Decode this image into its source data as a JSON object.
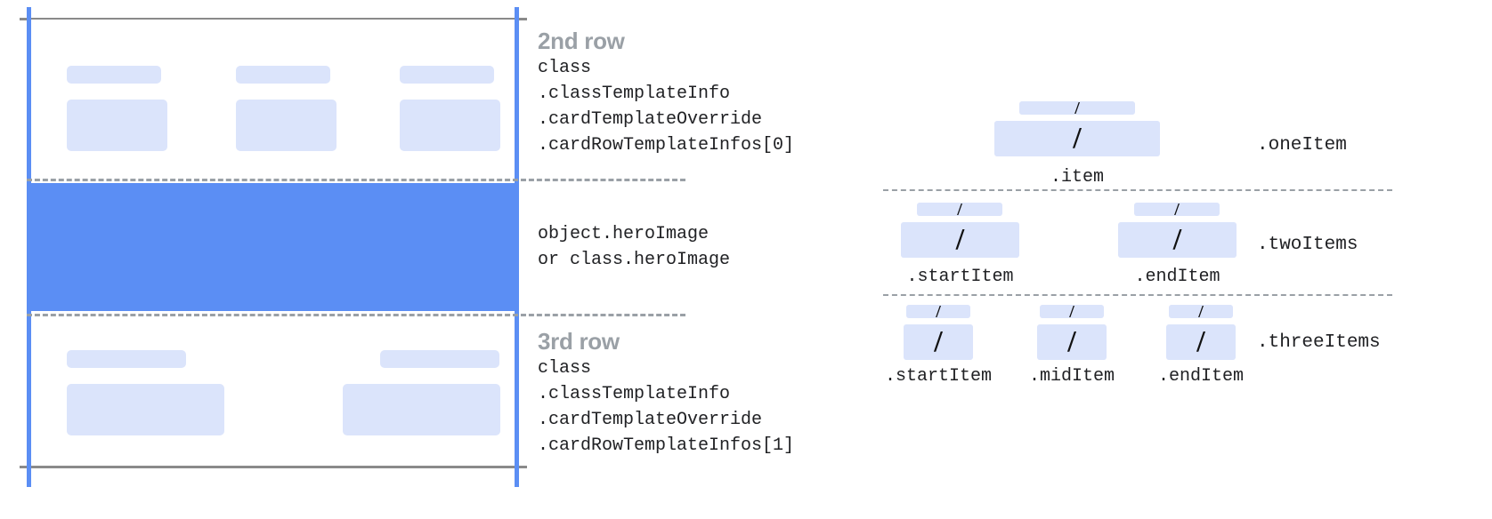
{
  "left_diagram": {
    "name": "card-template-row-diagram",
    "rows": [
      {
        "id": "row2",
        "heading": "2nd row",
        "code_lines": [
          "class",
          ".classTemplateInfo",
          ".cardTemplateOverride",
          ".cardRowTemplateInfos[0]"
        ],
        "cells": 3
      },
      {
        "id": "hero",
        "heading": "",
        "code_lines": [
          "object.heroImage",
          "or class.heroImage"
        ],
        "cells": 0
      },
      {
        "id": "row3",
        "heading": "3rd row",
        "code_lines": [
          "class",
          ".classTemplateInfo",
          ".cardTemplateOverride",
          ".cardRowTemplateInfos[1]"
        ],
        "cells": 2
      }
    ]
  },
  "right_diagram": {
    "name": "row-item-layout-options",
    "groups": [
      {
        "id": "oneItem",
        "group_label": ".oneItem",
        "items": [
          {
            "sublabel": ".item",
            "slash": "/"
          }
        ]
      },
      {
        "id": "twoItems",
        "group_label": ".twoItems",
        "items": [
          {
            "sublabel": ".startItem",
            "slash": "/"
          },
          {
            "sublabel": ".endItem",
            "slash": "/"
          }
        ]
      },
      {
        "id": "threeItems",
        "group_label": ".threeItems",
        "items": [
          {
            "sublabel": ".startItem",
            "slash": "/"
          },
          {
            "sublabel": ".midItem",
            "slash": "/"
          },
          {
            "sublabel": ".endItem",
            "slash": "/"
          }
        ]
      }
    ]
  },
  "colors": {
    "accent_blue": "#5b8ef4",
    "placeholder_blue": "#dbe4fb",
    "heading_grey": "#9aa0a6",
    "rule_grey": "#8a8a8a",
    "text_black": "#202124"
  }
}
